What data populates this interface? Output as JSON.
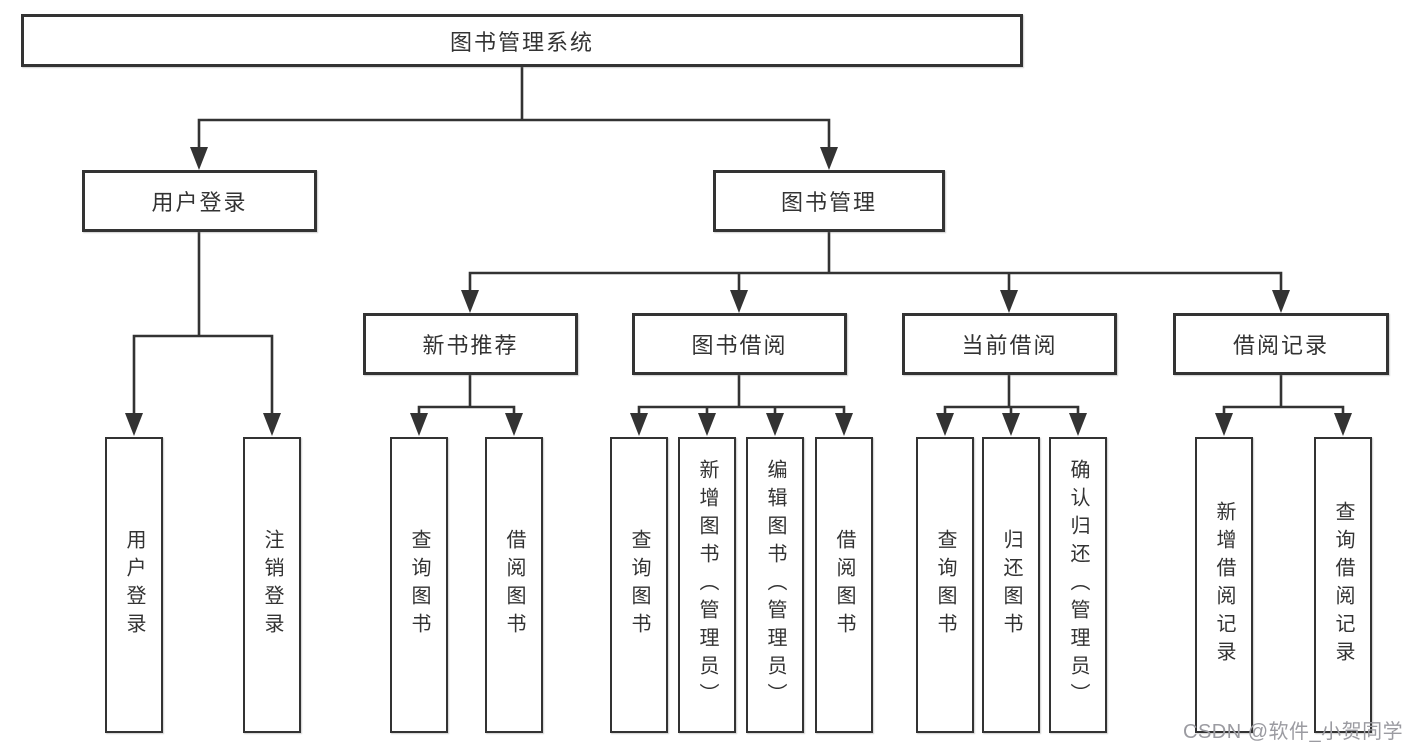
{
  "diagram_title": "图书管理系统",
  "tree": {
    "label": "图书管理系统",
    "children": [
      {
        "label": "用户登录",
        "children": [
          {
            "label": "用户登录"
          },
          {
            "label": "注销登录"
          }
        ]
      },
      {
        "label": "图书管理",
        "children": [
          {
            "label": "新书推荐",
            "children": [
              {
                "label": "查询图书"
              },
              {
                "label": "借阅图书"
              }
            ]
          },
          {
            "label": "图书借阅",
            "children": [
              {
                "label": "查询图书"
              },
              {
                "label": "新增图书（管理员）"
              },
              {
                "label": "编辑图书（管理员）"
              },
              {
                "label": "借阅图书"
              }
            ]
          },
          {
            "label": "当前借阅",
            "children": [
              {
                "label": "查询图书"
              },
              {
                "label": "归还图书"
              },
              {
                "label": "确认归还（管理员）"
              }
            ]
          },
          {
            "label": "借阅记录",
            "children": [
              {
                "label": "新增借阅记录"
              },
              {
                "label": "查询借阅记录"
              }
            ]
          }
        ]
      }
    ]
  },
  "watermark": {
    "text": "CSDN @软件_小贺同学",
    "color": "#9b9ba1"
  },
  "colors": {
    "line": "#333333",
    "box_border": "#333333",
    "box_background": "#ffffff",
    "text": "#333333",
    "page_background": "#ffffff"
  }
}
